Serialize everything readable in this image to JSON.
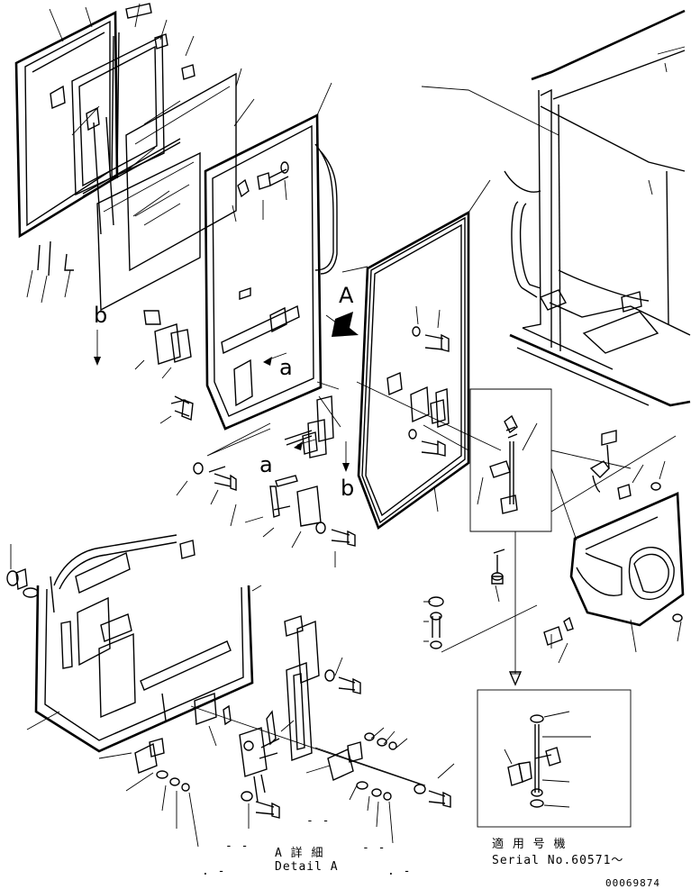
{
  "view_markers": {
    "A": "A",
    "a_upper": "a",
    "a_lower": "a",
    "b_left": "b",
    "b_right": "b"
  },
  "detail": {
    "title_jp": "A 詳 細",
    "title_en": "Detail A",
    "dash_pairs": [
      "- -",
      "- -",
      "- -",
      ". -",
      ". -"
    ]
  },
  "serial_box": {
    "title_jp": "適 用 号 機",
    "serial": "Serial No.60571～"
  },
  "drawing_number": "00069874"
}
